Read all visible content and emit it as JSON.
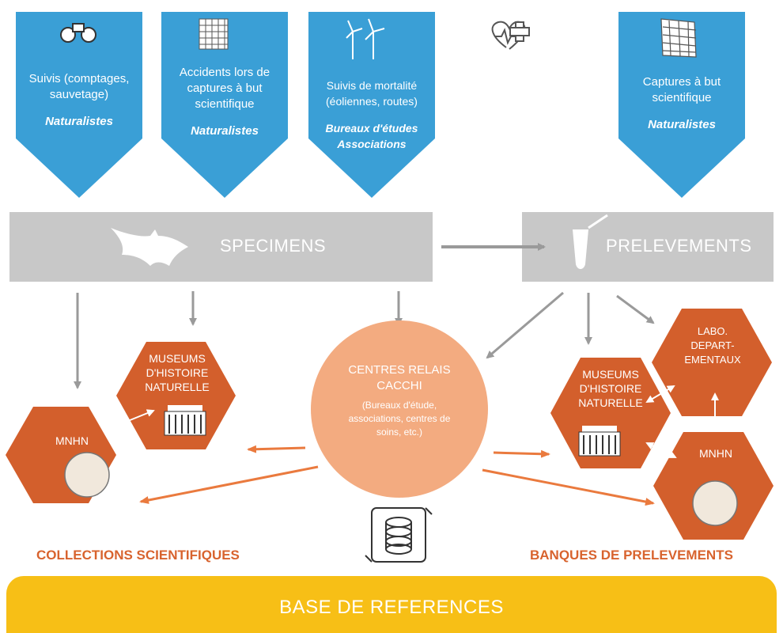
{
  "sources": [
    {
      "text": "Suivis (comptages, sauvetage)",
      "actor": "Naturalistes",
      "icon": "binoculars-icon"
    },
    {
      "text": "Accidents lors de captures à but scientifique",
      "actor": "Naturalistes",
      "icon": "net-icon"
    },
    {
      "text": "Suivis de mortalité (éoliennes, routes)",
      "actor": "Bureaux d'études Associations",
      "icon": "wind-turbine-icon"
    },
    {
      "text": "Captures à but scientifique",
      "actor": "Naturalistes",
      "icon": "net-frame-icon"
    }
  ],
  "health_icon": "heart-cross-icon",
  "bands": {
    "specimens": "SPECIMENS",
    "prelevements": "PRELEVEMENTS"
  },
  "center": {
    "title": "CENTRES RELAIS CACCHI",
    "detail": "(Bureaux d'étude, associations, centres de soins, etc.)"
  },
  "left_group": {
    "museums": "MUSEUMS D'HISTOIRE NATURELLE",
    "mnhn": "MNHN",
    "title": "COLLECTIONS SCIENTIFIQUES"
  },
  "right_group": {
    "museums": "MUSEUMS D'HISTOIRE NATURELLE",
    "labo": "LABO. DEPART-EMENTAUX",
    "mnhn": "MNHN",
    "title": "BANQUES DE PRELEVEMENTS"
  },
  "footer": "BASE DE REFERENCES",
  "colors": {
    "blue": "#3a9fd6",
    "grey_band": "#c8c8c8",
    "hex_orange": "#d35f2c",
    "circle": "#f3ab80",
    "arrow_orange": "#ea7a3e",
    "arrow_grey": "#9a9a9a",
    "footer": "#f7bf16"
  }
}
